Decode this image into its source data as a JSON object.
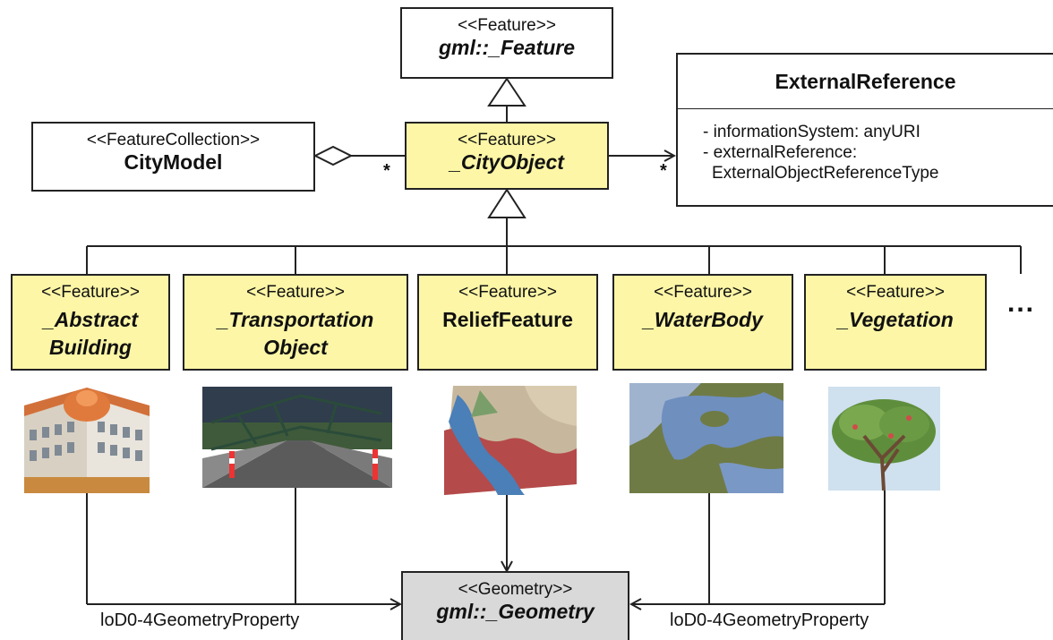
{
  "diagram": {
    "top_feature": {
      "stereotype": "<<Feature>>",
      "name": "gml::_Feature"
    },
    "city_model": {
      "stereotype": "<<FeatureCollection>>",
      "name": "CityModel"
    },
    "city_object": {
      "stereotype": "<<Feature>>",
      "name": "_CityObject"
    },
    "external_reference": {
      "name": "ExternalReference",
      "attributes": [
        "- informationSystem: anyURI",
        "- externalReference:",
        "ExternalObjectReferenceType"
      ]
    },
    "multiplicity_aggregation": "*",
    "multiplicity_reference": "*",
    "subclasses": [
      {
        "stereotype": "<<Feature>>",
        "line1": "_Abstract",
        "line2": "Building",
        "image": "building-thumbnail"
      },
      {
        "stereotype": "<<Feature>>",
        "line1": "_Transportation",
        "line2": "Object",
        "image": "bridge-road-thumbnail"
      },
      {
        "stereotype": "<<Feature>>",
        "line1": "ReliefFeature",
        "line2": "",
        "image": "terrain-relief-thumbnail"
      },
      {
        "stereotype": "<<Feature>>",
        "line1": "_WaterBody",
        "line2": "",
        "image": "water-body-thumbnail"
      },
      {
        "stereotype": "<<Feature>>",
        "line1": "_Vegetation",
        "line2": "",
        "image": "tree-thumbnail"
      }
    ],
    "more_indicator": "...",
    "geometry": {
      "stereotype": "<<Geometry>>",
      "name": "gml::_Geometry"
    },
    "left_role": "loD0-4GeometryProperty",
    "right_role": "loD0-4GeometryProperty",
    "colors": {
      "feature_fill": "#fcf6a6",
      "geometry_fill": "#d9d9d9",
      "line": "#222222"
    }
  }
}
